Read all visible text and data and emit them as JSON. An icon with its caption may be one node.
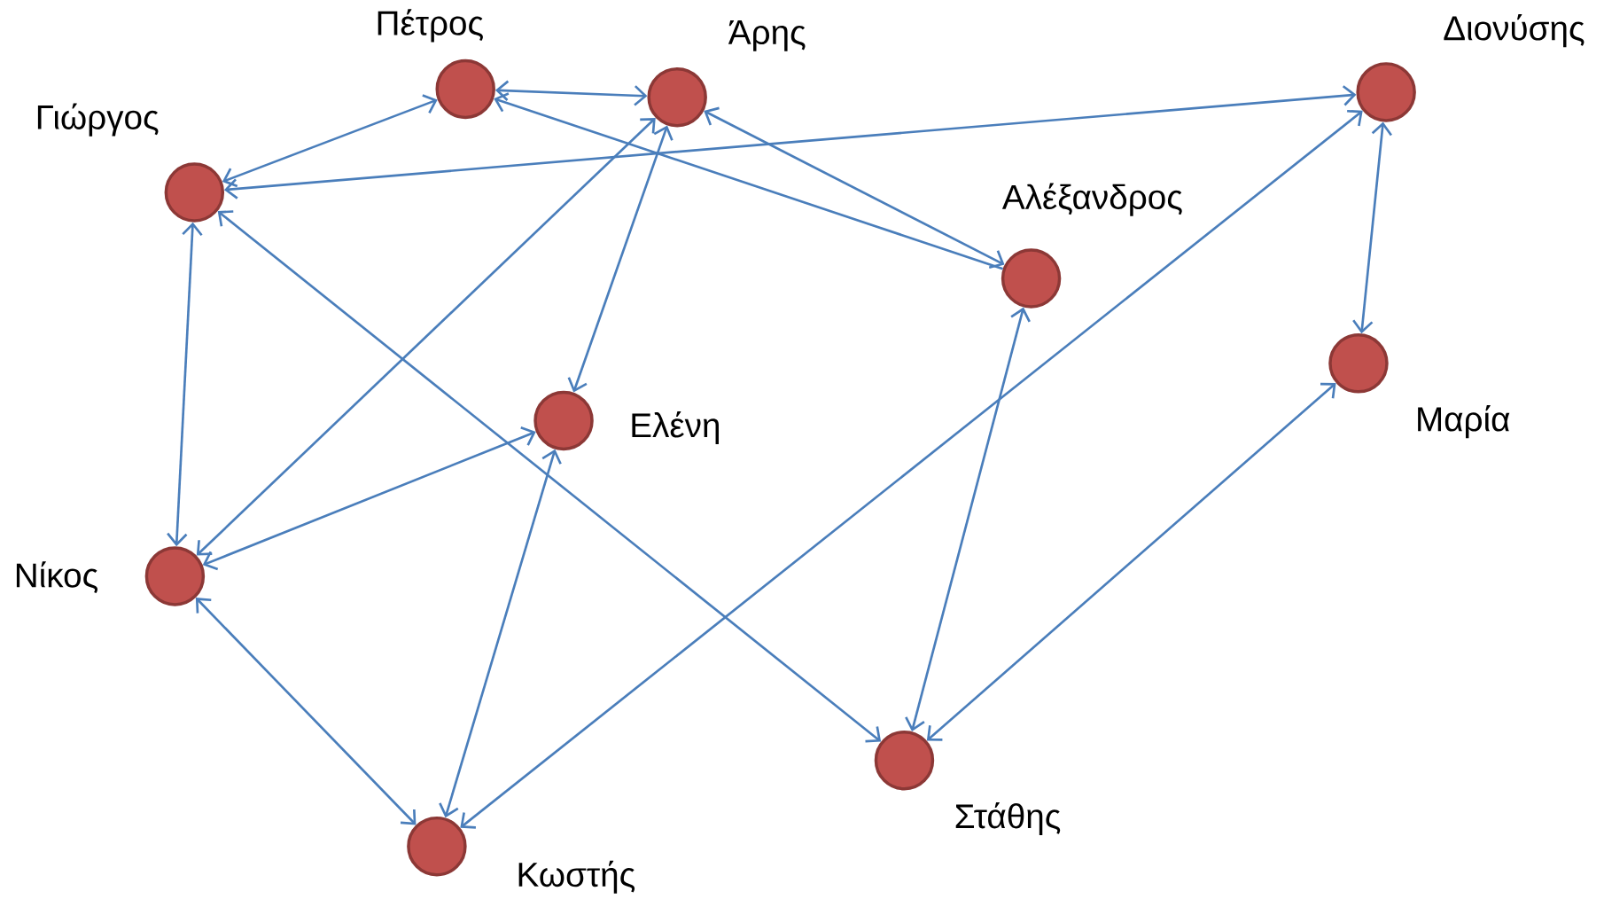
{
  "diagram": {
    "nodes": [
      {
        "text": [],
        "shape": "circle",
        "beside": [
          "Πέτρος"
        ]
      },
      {
        "text": [],
        "shape": "circle",
        "beside": [
          "Άρης"
        ]
      },
      {
        "text": [],
        "shape": "circle",
        "beside": [
          "Διονύσης"
        ]
      },
      {
        "text": [],
        "shape": "circle",
        "beside": [
          "Γιώργος"
        ]
      },
      {
        "text": [],
        "shape": "circle",
        "beside": [
          "Αλέξανδρος"
        ]
      },
      {
        "text": [],
        "shape": "circle",
        "beside": [
          "Μαρία"
        ]
      },
      {
        "text": [],
        "shape": "circle",
        "beside": [
          "Ελένη"
        ]
      },
      {
        "text": [],
        "shape": "circle",
        "beside": [
          "Νίκος"
        ]
      },
      {
        "text": [],
        "shape": "circle",
        "beside": [
          "Στάθης"
        ]
      },
      {
        "text": [],
        "shape": "circle",
        "beside": [
          "Κωστής"
        ]
      }
    ],
    "edges": [
      {
        "from": 0,
        "to": 1,
        "arrow": "both"
      },
      {
        "from": 0,
        "to": 3,
        "arrow": "both"
      },
      {
        "from": 3,
        "to": 2,
        "arrow": "both"
      },
      {
        "from": 1,
        "to": 4,
        "arrow": "both"
      },
      {
        "from": 4,
        "to": 0,
        "arrow": "to"
      },
      {
        "from": 1,
        "to": 7,
        "arrow": "both"
      },
      {
        "from": 1,
        "to": 6,
        "arrow": "both"
      },
      {
        "from": 3,
        "to": 7,
        "arrow": "both"
      },
      {
        "from": 3,
        "to": 8,
        "arrow": "both"
      },
      {
        "from": 2,
        "to": 9,
        "arrow": "both"
      },
      {
        "from": 2,
        "to": 5,
        "arrow": "both"
      },
      {
        "from": 4,
        "to": 8,
        "arrow": "both"
      },
      {
        "from": 5,
        "to": 8,
        "arrow": "both"
      },
      {
        "from": 6,
        "to": 7,
        "arrow": "both"
      },
      {
        "from": 6,
        "to": 9,
        "arrow": "both"
      },
      {
        "from": 7,
        "to": 9,
        "arrow": "both"
      }
    ]
  }
}
